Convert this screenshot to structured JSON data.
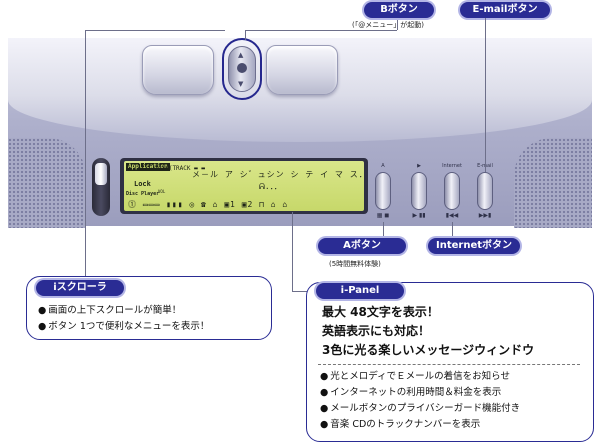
{
  "callouts": {
    "b_button": {
      "label": "Bボタン",
      "caption": "(「@メニュー」が起動)"
    },
    "email_button": {
      "label": "E-mailボタン"
    },
    "a_button": {
      "label": "Aボタン",
      "caption": "(5時間無料体験)"
    },
    "internet_button": {
      "label": "Internetボタン"
    },
    "iscroller": {
      "label": "iスクローラ",
      "points": [
        "画面の上下スクロールが簡単！",
        "ボタン 1つで便利なメニューを表示！"
      ]
    },
    "ipanel": {
      "label": "i-Panel",
      "headlines": [
        "最大 48文字を表示！",
        "英語表示にも対応！",
        "3色に光る楽しいメッセージウィンドウ"
      ],
      "points": [
        "光とメロディでＥメールの着信をお知らせ",
        "インターネットの利用時間＆料金を表示",
        "メールボタンのプライバシーガード機能付き",
        "音楽 CDのトラックナンバーを表示"
      ]
    }
  },
  "lcd": {
    "app_tag": "Application",
    "lock": "Lock",
    "disc_player": "Disc Player",
    "vol": "VOL",
    "icons_top": "⊂(((TRACK ▬ ▬",
    "message": "メ－ル ア  シ゛ュシン  シ テ イ マ ス．．．",
    "sub": "ᕱ.．．",
    "bottom": "⓵ ▭▭▭ ▮▮▮   ◎ ☎ ⌂ ▣1 ▣2 ⊓ ⌂ ⌂"
  },
  "panel_buttons": [
    {
      "name": "a",
      "label": "A",
      "symbol": "▦ ◼"
    },
    {
      "name": "play",
      "label": "▶",
      "symbol": "▶ ▮▮"
    },
    {
      "name": "internet",
      "label": "Internet",
      "symbol": "▮◀◀"
    },
    {
      "name": "email",
      "label": "E-mail",
      "symbol": "▶▶▮"
    }
  ],
  "colors": {
    "callout_fill": "#2a2c94",
    "callout_glow": "#b3b5e6",
    "lcd_green": "#c7d86a",
    "device_body": "#aeb0cc"
  }
}
